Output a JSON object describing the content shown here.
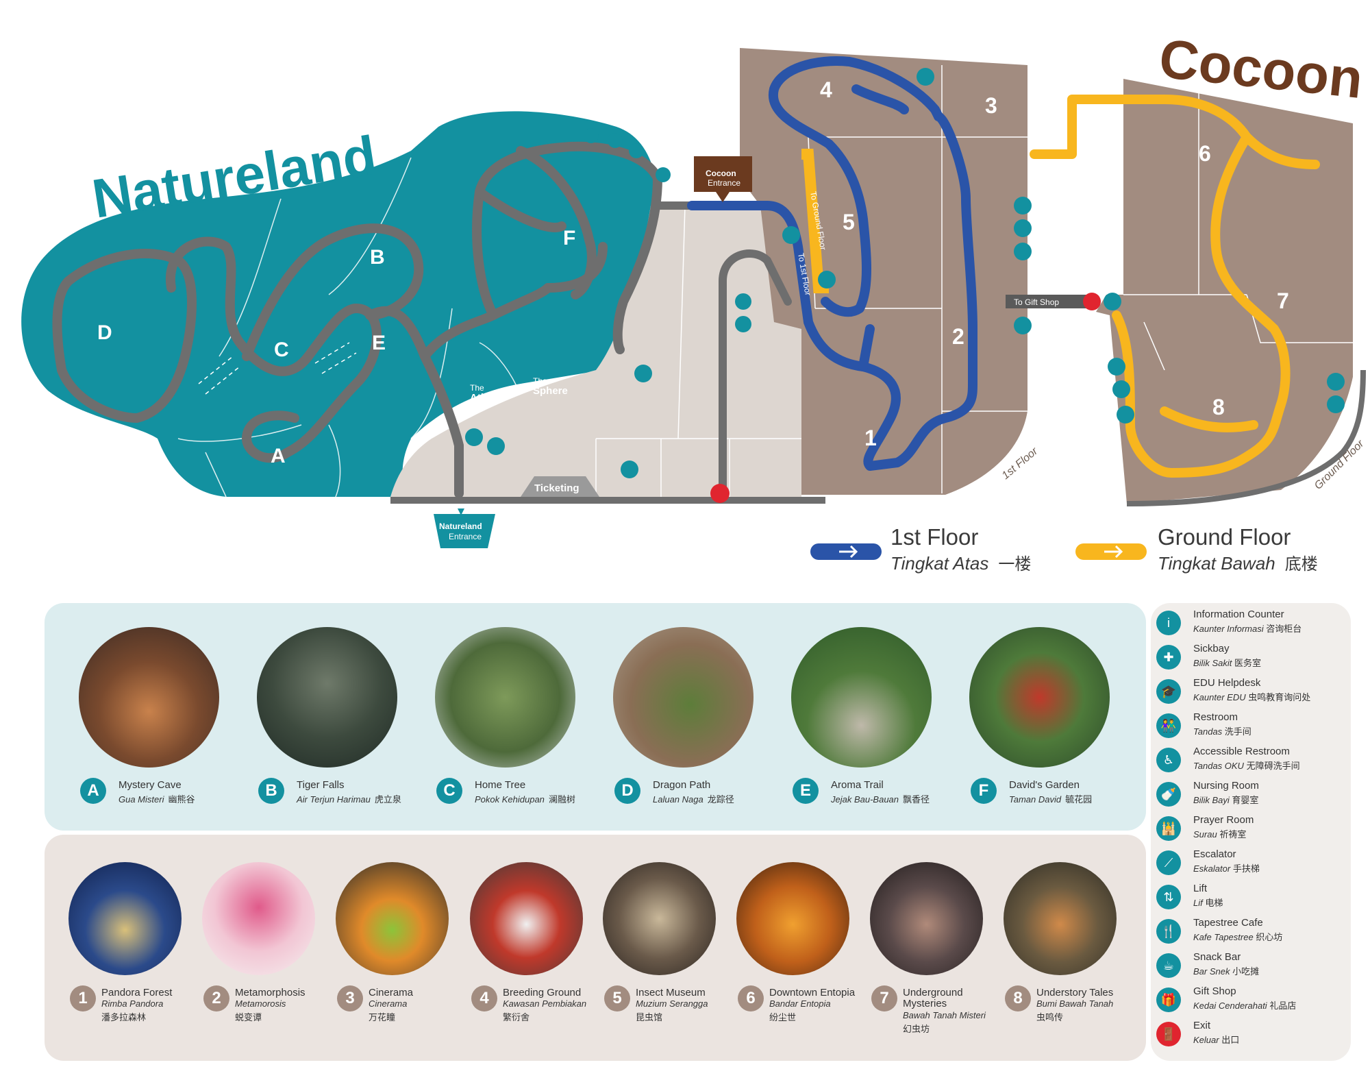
{
  "map": {
    "natureland_title": "Natureland",
    "cocoon_title": "Cocoon",
    "natureland_zones": [
      "A",
      "B",
      "C",
      "D",
      "E",
      "F"
    ],
    "cocoon_zones": [
      "1",
      "2",
      "3",
      "4",
      "5",
      "6",
      "7",
      "8"
    ],
    "atlas_small": "The",
    "atlas_label": "Atlas",
    "sphere_small": "The",
    "sphere_label": "Sphere",
    "ticketing": "Ticketing",
    "natureland_entrance_line1": "Natureland",
    "natureland_entrance_line2": "Entrance",
    "cocoon_entrance_line1": "Cocoon",
    "cocoon_entrance_line2": "Entrance",
    "to_ground_floor": "To Ground Floor",
    "to_1st_floor": "To 1st Floor",
    "to_gift_shop": "To Gift Shop",
    "first_floor_edge": "1st Floor",
    "ground_floor_edge": "Ground Floor",
    "colors": {
      "natureland": "#1391a0",
      "cocoon_ground": "#a28c80",
      "lobby": "#ddd6d0",
      "path_gray": "#6e6e6e",
      "first_floor_blue": "#2a54a8",
      "ground_floor_yellow": "#f8b61e",
      "exit_red": "#e0252f"
    }
  },
  "route_legend": {
    "first_floor": {
      "title": "1st Floor",
      "malay": "Tingkat Atas",
      "cn": "一楼"
    },
    "ground_floor": {
      "title": "Ground Floor",
      "malay": "Tingkat Bawah",
      "cn": "底楼"
    }
  },
  "natureland_attractions": [
    {
      "badge": "A",
      "name": "Mystery Cave",
      "malay": "Gua Misteri",
      "cn": "幽熊谷"
    },
    {
      "badge": "B",
      "name": "Tiger Falls",
      "malay": "Air Terjun Harimau",
      "cn": "虎立泉"
    },
    {
      "badge": "C",
      "name": "Home Tree",
      "malay": "Pokok Kehidupan",
      "cn": "澜融树"
    },
    {
      "badge": "D",
      "name": "Dragon Path",
      "malay": "Laluan Naga",
      "cn": "龙踪径"
    },
    {
      "badge": "E",
      "name": "Aroma Trail",
      "malay": "Jejak Bau-Bauan",
      "cn": "飘香径"
    },
    {
      "badge": "F",
      "name": "David's Garden",
      "malay": "Taman David",
      "cn": "毓花园"
    }
  ],
  "cocoon_attractions": [
    {
      "badge": "1",
      "name": "Pandora Forest",
      "name2": "",
      "malay": "Rimba Pandora",
      "cn": "潘多拉森林"
    },
    {
      "badge": "2",
      "name": "Metamorphosis",
      "name2": "",
      "malay": "Metamorosis",
      "cn": "蜕变谭"
    },
    {
      "badge": "3",
      "name": "Cinerama",
      "name2": "",
      "malay": "Cinerama",
      "cn": "万花瞳"
    },
    {
      "badge": "4",
      "name": "Breeding Ground",
      "name2": "",
      "malay": "Kawasan Pembiakan",
      "cn": "繁衍舍"
    },
    {
      "badge": "5",
      "name": "Insect Museum",
      "name2": "",
      "malay": "Muzium Serangga",
      "cn": "昆虫馆"
    },
    {
      "badge": "6",
      "name": "Downtown Entopia",
      "name2": "",
      "malay": "Bandar Entopia",
      "cn": "纷尘世"
    },
    {
      "badge": "7",
      "name": "Underground",
      "name2": "Mysteries",
      "malay": "Bawah Tanah Misteri",
      "cn": "幻虫坊"
    },
    {
      "badge": "8",
      "name": "Understory Tales",
      "name2": "",
      "malay": "Bumi Bawah Tanah",
      "cn": "虫鸣传"
    }
  ],
  "facilities": [
    {
      "icon": "info-icon",
      "glyph": "i",
      "name": "Information Counter",
      "malay": "Kaunter Informasi",
      "cn": "咨询柜台",
      "color": "#1391a0"
    },
    {
      "icon": "sickbay-icon",
      "glyph": "✚",
      "name": "Sickbay",
      "malay": "Bilik Sakit",
      "cn": "医务室",
      "color": "#1391a0"
    },
    {
      "icon": "edu-helpdesk-icon",
      "glyph": "🎓",
      "name": "EDU Helpdesk",
      "malay": "Kaunter EDU",
      "cn": "虫鸣教育询问处",
      "color": "#1391a0"
    },
    {
      "icon": "restroom-icon",
      "glyph": "👫",
      "name": "Restroom",
      "malay": "Tandas",
      "cn": "洗手间",
      "color": "#1391a0"
    },
    {
      "icon": "accessible-restroom-icon",
      "glyph": "♿",
      "name": "Accessible Restroom",
      "malay": "Tandas OKU",
      "cn": "无障碍洗手间",
      "color": "#1391a0"
    },
    {
      "icon": "nursing-room-icon",
      "glyph": "🍼",
      "name": "Nursing Room",
      "malay": "Bilik Bayi",
      "cn": "育婴室",
      "color": "#1391a0"
    },
    {
      "icon": "prayer-room-icon",
      "glyph": "🕌",
      "name": "Prayer Room",
      "malay": "Surau",
      "cn": "祈祷室",
      "color": "#1391a0"
    },
    {
      "icon": "escalator-icon",
      "glyph": "⟋",
      "name": "Escalator",
      "malay": "Eskalator",
      "cn": "手扶梯",
      "color": "#1391a0"
    },
    {
      "icon": "lift-icon",
      "glyph": "⇅",
      "name": "Lift",
      "malay": "Lif",
      "cn": "电梯",
      "color": "#1391a0"
    },
    {
      "icon": "tapestree-cafe-icon",
      "glyph": "🍴",
      "name": "Tapestree Cafe",
      "malay": "Kafe Tapestree",
      "cn": "织心坊",
      "color": "#1391a0"
    },
    {
      "icon": "snack-bar-icon",
      "glyph": "☕",
      "name": "Snack Bar",
      "malay": "Bar Snek",
      "cn": "小吃摊",
      "color": "#1391a0"
    },
    {
      "icon": "gift-shop-icon",
      "glyph": "🎁",
      "name": "Gift Shop",
      "malay": "Kedai Cenderahati",
      "cn": "礼品店",
      "color": "#1391a0"
    },
    {
      "icon": "exit-icon",
      "glyph": "🚪",
      "name": "Exit",
      "malay": "Keluar",
      "cn": "出口",
      "color": "#e0252f"
    }
  ]
}
